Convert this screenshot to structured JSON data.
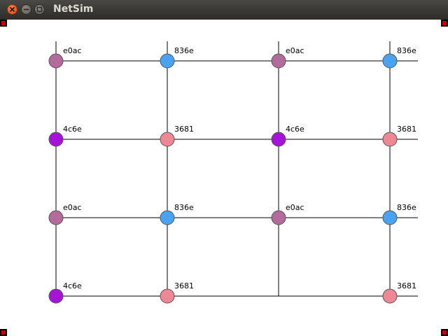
{
  "window": {
    "title": "NetSim"
  },
  "colors": {
    "e0ac": "#b36b9b",
    "836e": "#4aa3f0",
    "4c6e": "#a514d6",
    "3681": "#ee8894"
  },
  "nodes": [
    {
      "label": "e0ac",
      "row": 0,
      "col": 0
    },
    {
      "label": "836e",
      "row": 0,
      "col": 1
    },
    {
      "label": "e0ac",
      "row": 0,
      "col": 2
    },
    {
      "label": "836e",
      "row": 0,
      "col": 3
    },
    {
      "label": "4c6e",
      "row": 1,
      "col": 0
    },
    {
      "label": "3681",
      "row": 1,
      "col": 1
    },
    {
      "label": "4c6e",
      "row": 1,
      "col": 2
    },
    {
      "label": "3681",
      "row": 1,
      "col": 3
    },
    {
      "label": "e0ac",
      "row": 2,
      "col": 0
    },
    {
      "label": "836e",
      "row": 2,
      "col": 1
    },
    {
      "label": "e0ac",
      "row": 2,
      "col": 2
    },
    {
      "label": "836e",
      "row": 2,
      "col": 3
    },
    {
      "label": "4c6e",
      "row": 3,
      "col": 0
    },
    {
      "label": "3681",
      "row": 3,
      "col": 1
    },
    {
      "label": "3681",
      "row": 3,
      "col": 3
    }
  ]
}
